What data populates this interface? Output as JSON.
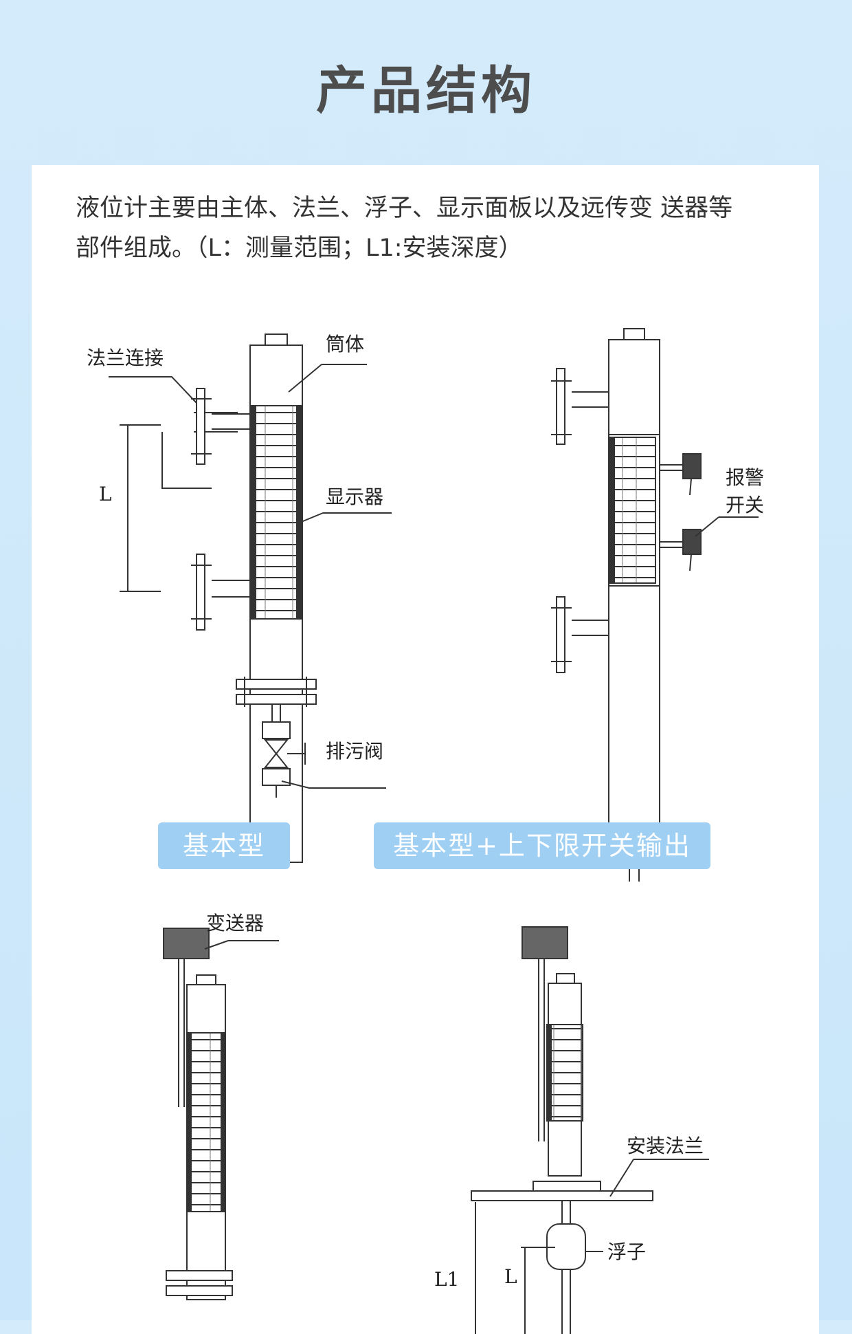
{
  "header": {
    "title": "产品结构"
  },
  "intro": {
    "line1": "液位计主要由主体、法兰、浮子、显示面板以及远传变 送器等",
    "line2": "部件组成。（L：测量范围；L1:安装深度）"
  },
  "diagrams": {
    "basic": {
      "label_flange": "法兰连接",
      "label_body": "筒体",
      "label_display": "显示器",
      "label_valve": "排污阀",
      "label_L": "L"
    },
    "switch": {
      "label_alarm_1": "报警",
      "label_alarm_2": "开关"
    },
    "transmitter": {
      "label_transmitter": "变送器"
    },
    "top_mount": {
      "label_mount_flange": "安装法兰",
      "label_float": "浮子",
      "label_L1": "L1",
      "label_L": "L"
    }
  },
  "badges": {
    "basic": "基本型",
    "switch": "基本型+上下限开关输出"
  },
  "colors": {
    "accent": "#9fd0f3",
    "background": "#d4ebfb",
    "title": "#4d4d4d"
  }
}
